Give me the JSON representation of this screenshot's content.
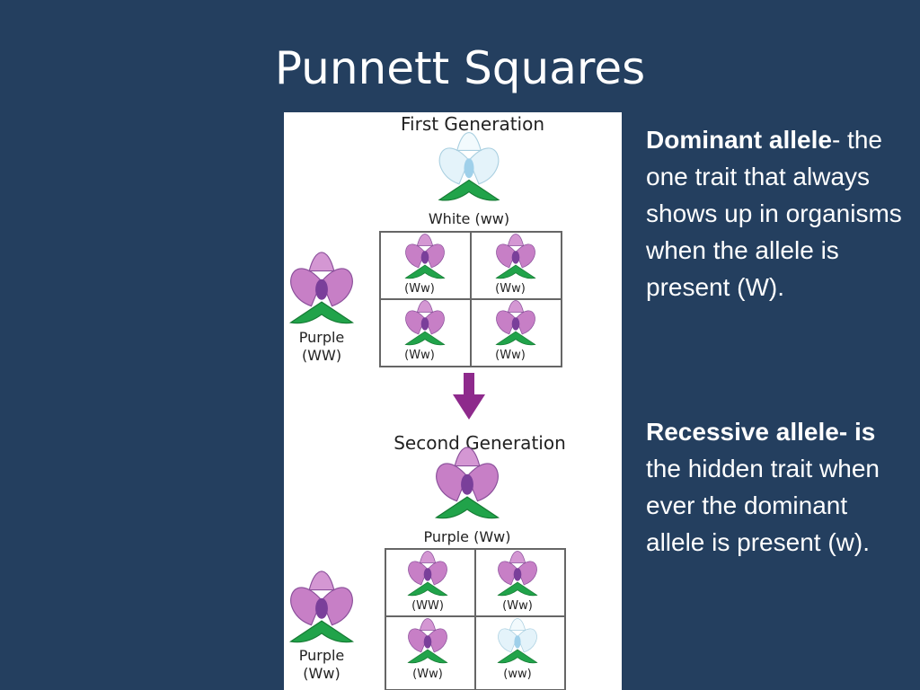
{
  "slide": {
    "title": "Punnett Squares"
  },
  "colors": {
    "background": "#243f5f",
    "purple_petal": "#c77fc6",
    "purple_center": "#7a3f9a",
    "white_petal": "#d8eef8",
    "leaf": "#21a34a",
    "arrow": "#8e2a8c"
  },
  "diagram": {
    "first_generation": {
      "heading": "First Generation",
      "top_parent": "White (ww)",
      "side_parent_line1": "Purple",
      "side_parent_line2": "(WW)",
      "cells": [
        "(Ww)",
        "(Ww)",
        "(Ww)",
        "(Ww)"
      ]
    },
    "second_generation": {
      "heading": "Second Generation",
      "top_parent": "Purple (Ww)",
      "side_parent_line1": "Purple",
      "side_parent_line2": "(Ww)",
      "cells": [
        "(WW)",
        "(Ww)",
        "(Ww)",
        "(ww)"
      ]
    }
  },
  "definitions": {
    "dominant": {
      "term": "Dominant allele",
      "text": "- the one trait that always shows up in organisms when the allele is present (W)."
    },
    "recessive": {
      "term": "Recessive allele- is",
      "text": " the hidden trait when ever the dominant allele is present (w)."
    }
  }
}
